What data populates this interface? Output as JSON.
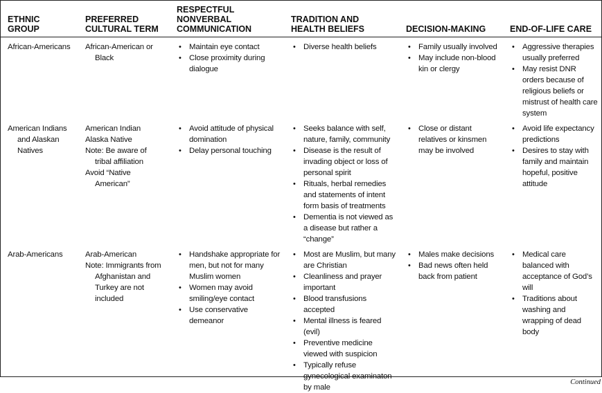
{
  "headers": {
    "ethnic_group": [
      "ETHNIC",
      "GROUP"
    ],
    "preferred_term": [
      "PREFERRED",
      "CULTURAL TERM"
    ],
    "nonverbal": [
      "RESPECTFUL",
      "NONVERBAL",
      "COMMUNICATION"
    ],
    "tradition": [
      "TRADITION AND",
      "HEALTH BELIEFS"
    ],
    "decision": [
      "DECISION-MAKING"
    ],
    "end_of_life": [
      "END-OF-LIFE CARE"
    ]
  },
  "rows": [
    {
      "group": [
        "African-Americans"
      ],
      "term": [
        {
          "text": "African-American or",
          "indent": false
        },
        {
          "text": "Black",
          "indent": true
        }
      ],
      "nonverbal": [
        "Maintain eye contact",
        "Close proximity during dialogue"
      ],
      "tradition": [
        "Diverse health beliefs"
      ],
      "decision": [
        "Family usually involved",
        "May include non-blood kin or clergy"
      ],
      "end_of_life": [
        "Aggressive therapies usually preferred",
        "May resist DNR orders because of religious beliefs or mistrust of health care system"
      ]
    },
    {
      "group": [
        "American Indians",
        "and Alaskan",
        "Natives"
      ],
      "term": [
        {
          "text": "American Indian",
          "indent": false
        },
        {
          "text": "Alaska Native",
          "indent": false
        },
        {
          "text": "Note: Be aware of",
          "indent": false
        },
        {
          "text": "tribal affiliation",
          "indent": true
        },
        {
          "text": "Avoid “Native",
          "indent": false
        },
        {
          "text": "American”",
          "indent": true
        }
      ],
      "nonverbal": [
        "Avoid attitude of physical domination",
        "Delay personal touching"
      ],
      "tradition": [
        "Seeks balance with self, nature, family, community",
        "Disease is the result of invading object or loss of personal spirit",
        "Rituals, herbal remedies and statements of intent form basis of treatments",
        "Dementia is not viewed as a disease but rather a “change”"
      ],
      "decision": [
        "Close or distant relatives or kinsmen may be involved"
      ],
      "end_of_life": [
        "Avoid life expectancy predictions",
        "Desires to stay with family and maintain hopeful, positive attitude"
      ]
    },
    {
      "group": [
        "Arab-Americans"
      ],
      "term": [
        {
          "text": "Arab-American",
          "indent": false
        },
        {
          "text": "Note: Immigrants from",
          "indent": false
        },
        {
          "text": "Afghanistan and",
          "indent": true
        },
        {
          "text": "Turkey are not",
          "indent": true
        },
        {
          "text": "included",
          "indent": true
        }
      ],
      "nonverbal": [
        "Handshake appropriate for men, but not for many Muslim women",
        "Women may avoid smiling/eye contact",
        "Use conservative demeanor"
      ],
      "tradition": [
        "Most are Muslim, but many are Christian",
        "Cleanliness and prayer important",
        "Blood transfusions accepted",
        "Mental illness is feared (evil)",
        "Preventive medicine viewed with suspicion",
        "Typically refuse gynecological examinaton by male"
      ],
      "decision": [
        "Males make decisions",
        "Bad news often held back from patient"
      ],
      "end_of_life": [
        "Medical care balanced with acceptance of God’s will",
        "Traditions about washing and wrapping of dead body"
      ]
    }
  ],
  "footer": {
    "continued": "Continued"
  }
}
